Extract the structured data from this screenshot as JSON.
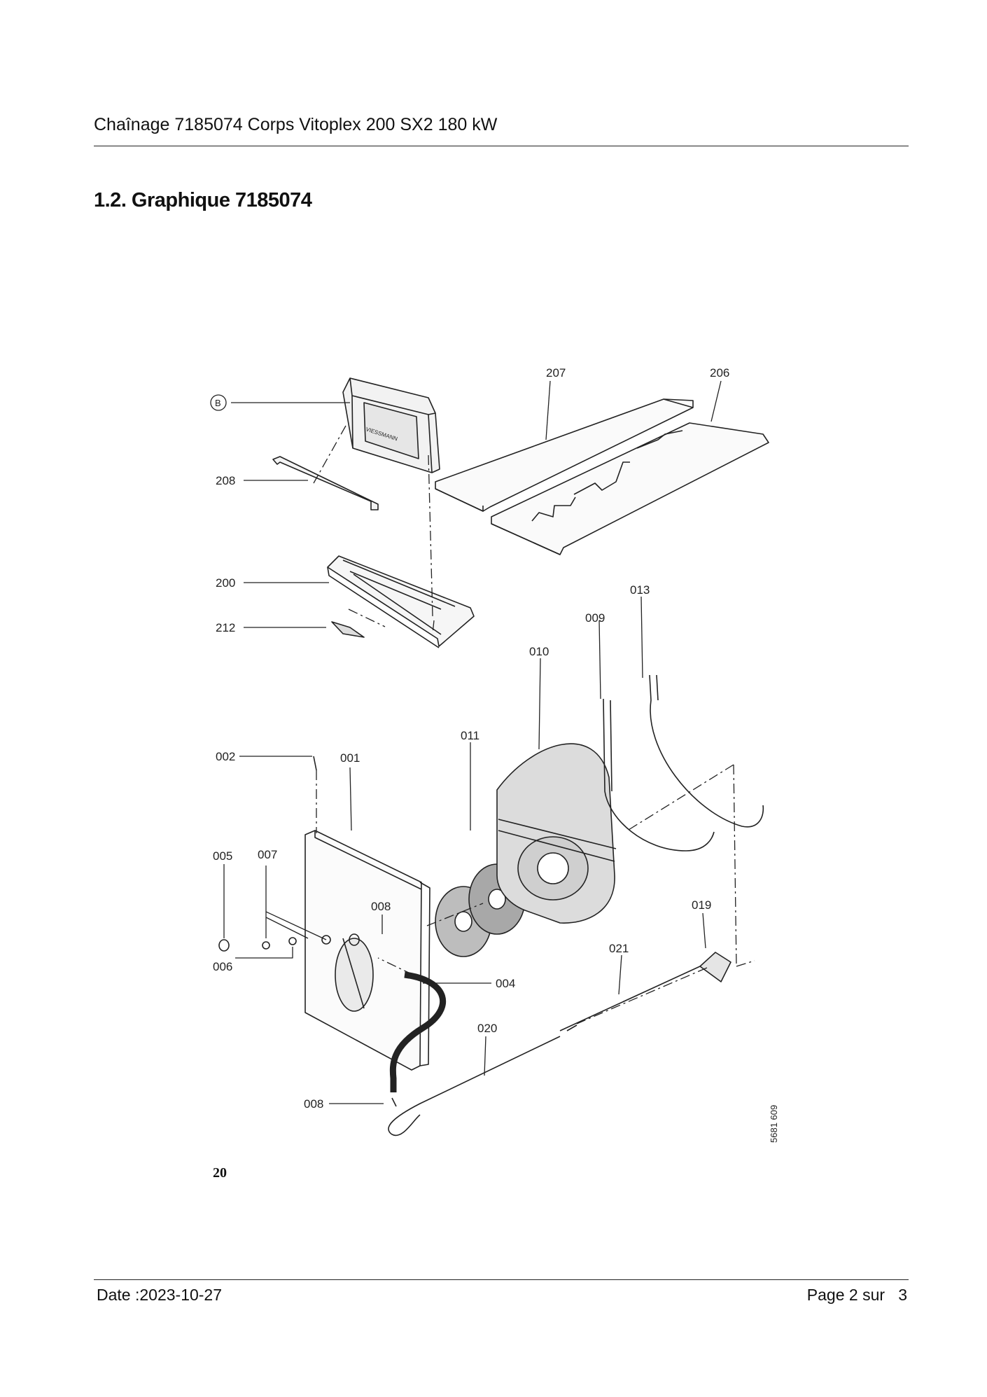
{
  "header": {
    "title": "Chaînage 7185074 Corps Vitoplex 200 SX2 180 kW"
  },
  "section": {
    "title": "1.2. Graphique 7185074"
  },
  "diagram": {
    "callouts": {
      "b": "B",
      "p207": "207",
      "p206": "206",
      "p208": "208",
      "p200": "200",
      "p212": "212",
      "p013": "013",
      "p009": "009",
      "p010": "010",
      "p011": "011",
      "p002": "002",
      "p001": "001",
      "p005": "005",
      "p007": "007",
      "p008a": "008",
      "p019": "019",
      "p006": "006",
      "p004": "004",
      "p021": "021",
      "p020": "020",
      "p008b": "008"
    },
    "drawing_code": "5681 609",
    "figure_number": "20"
  },
  "footer": {
    "date": "Date :2023-10-27",
    "page": "Page 2 sur   3"
  }
}
